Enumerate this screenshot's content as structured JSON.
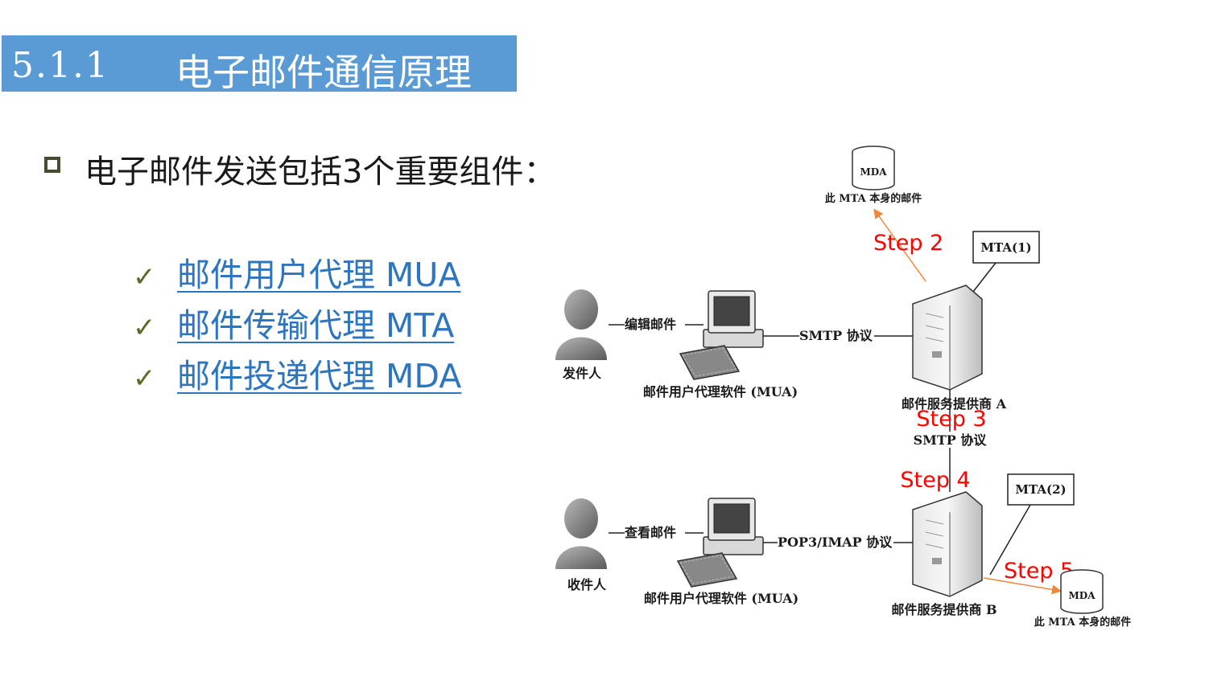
{
  "title": {
    "number": "5.1.1",
    "text": "电子邮件通信原理"
  },
  "bullet": "电子邮件发送包括3个重要组件：",
  "components": [
    {
      "check": "✓",
      "label": "邮件用户代理 MUA"
    },
    {
      "check": "✓",
      "label": "邮件传输代理 MTA"
    },
    {
      "check": "✓",
      "label": "邮件投递代理 MDA"
    }
  ],
  "diagram": {
    "mda_top": {
      "label": "MDA",
      "caption": "此 MTA 本身的邮件"
    },
    "mda_bottom": {
      "label": "MDA",
      "caption": "此 MTA 本身的邮件"
    },
    "sender": "发件人",
    "receiver": "收件人",
    "edit_mail": "编辑邮件",
    "view_mail": "查看邮件",
    "mua_top": "邮件用户代理软件 (MUA)",
    "mua_bottom": "邮件用户代理软件 (MUA)",
    "smtp_top": "SMTP 协议",
    "smtp_mid": "SMTP 协议",
    "pop3": "POP3/IMAP 协议",
    "provider_a": "邮件服务提供商 A",
    "provider_b": "邮件服务提供商 B",
    "mta1": "MTA(1)",
    "mta2": "MTA(2)",
    "step2": "Step 2",
    "step3": "Step 3",
    "step4": "Step 4",
    "step5": "Step 5"
  },
  "colors": {
    "title_bg": "#5b9bd5",
    "link": "#2e75c0",
    "step_text": "#ff0000",
    "arrow": "#f0863c"
  }
}
